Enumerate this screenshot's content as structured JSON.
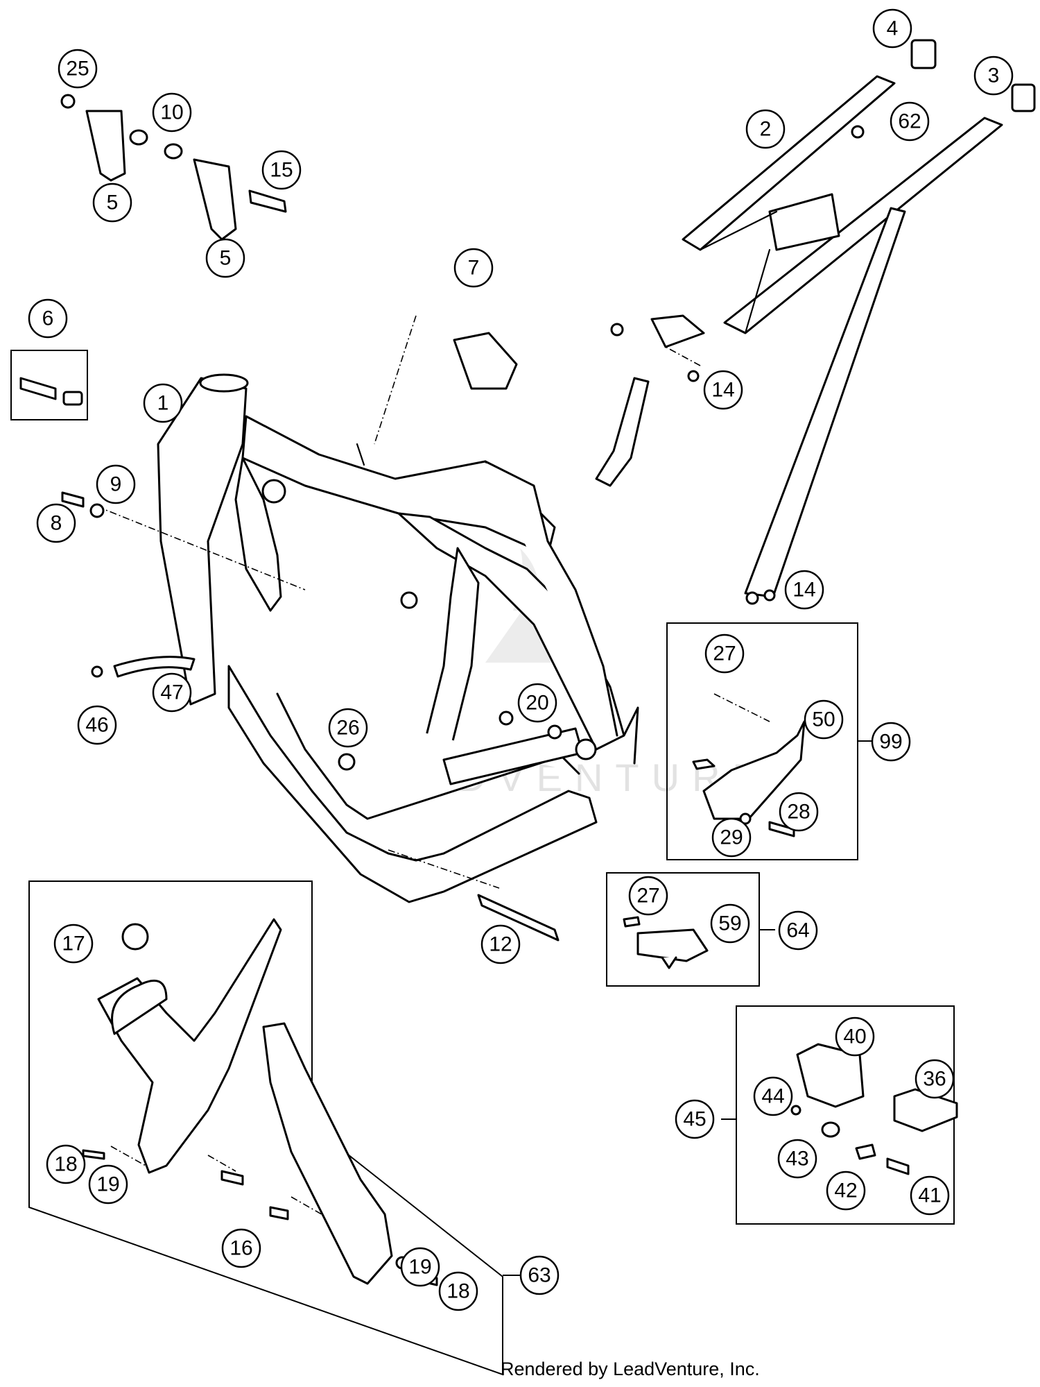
{
  "diagram": {
    "callouts": [
      {
        "id": "c25",
        "label": "25"
      },
      {
        "id": "c10",
        "label": "10"
      },
      {
        "id": "c5a",
        "label": "5"
      },
      {
        "id": "c15",
        "label": "15"
      },
      {
        "id": "c5b",
        "label": "5"
      },
      {
        "id": "c7",
        "label": "7"
      },
      {
        "id": "c4",
        "label": "4"
      },
      {
        "id": "c3",
        "label": "3"
      },
      {
        "id": "c2",
        "label": "2"
      },
      {
        "id": "c62",
        "label": "62"
      },
      {
        "id": "c6",
        "label": "6"
      },
      {
        "id": "c1",
        "label": "1"
      },
      {
        "id": "c14a",
        "label": "14"
      },
      {
        "id": "c9",
        "label": "9"
      },
      {
        "id": "c8",
        "label": "8"
      },
      {
        "id": "c14b",
        "label": "14"
      },
      {
        "id": "c27a",
        "label": "27"
      },
      {
        "id": "c47",
        "label": "47"
      },
      {
        "id": "c46",
        "label": "46"
      },
      {
        "id": "c20",
        "label": "20"
      },
      {
        "id": "c26",
        "label": "26"
      },
      {
        "id": "c50",
        "label": "50"
      },
      {
        "id": "c99",
        "label": "99"
      },
      {
        "id": "c28",
        "label": "28"
      },
      {
        "id": "c29",
        "label": "29"
      },
      {
        "id": "c27b",
        "label": "27"
      },
      {
        "id": "c59",
        "label": "59"
      },
      {
        "id": "c64",
        "label": "64"
      },
      {
        "id": "c17",
        "label": "17"
      },
      {
        "id": "c12",
        "label": "12"
      },
      {
        "id": "c40",
        "label": "40"
      },
      {
        "id": "c36",
        "label": "36"
      },
      {
        "id": "c44",
        "label": "44"
      },
      {
        "id": "c45",
        "label": "45"
      },
      {
        "id": "c43",
        "label": "43"
      },
      {
        "id": "c18a",
        "label": "18"
      },
      {
        "id": "c19a",
        "label": "19"
      },
      {
        "id": "c42",
        "label": "42"
      },
      {
        "id": "c41",
        "label": "41"
      },
      {
        "id": "c16",
        "label": "16"
      },
      {
        "id": "c19b",
        "label": "19"
      },
      {
        "id": "c18b",
        "label": "18"
      },
      {
        "id": "c63",
        "label": "63"
      }
    ],
    "watermark": "LEADVENTURE",
    "footer": "Rendered by LeadVenture, Inc."
  }
}
